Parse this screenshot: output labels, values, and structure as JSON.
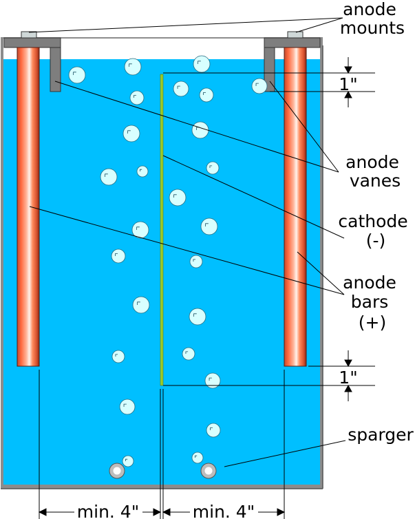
{
  "labels": {
    "anode_mounts": [
      "anode",
      "mounts"
    ],
    "anode_vanes": [
      "anode",
      "vanes"
    ],
    "cathode": [
      "cathode",
      "(-)"
    ],
    "anode_bars": [
      "anode",
      "bars",
      "(+)"
    ],
    "sparger": "sparger",
    "top_gap": "1\"",
    "bottom_gap": "1\"",
    "left_spacing": "min. 4\"",
    "right_spacing": "min. 4\""
  },
  "colors": {
    "liquid": "#00bfff",
    "tank_wall": "#8c8c8c",
    "mount": "#7e7e7e",
    "cathode": "#9ccc2a",
    "bubble": "#d8ffff",
    "sparger_ring": "#bdbdbd",
    "bar_dark": "#c24a2e",
    "bar_mid": "#ff7a4d",
    "bar_light": "#ffe0d4"
  }
}
